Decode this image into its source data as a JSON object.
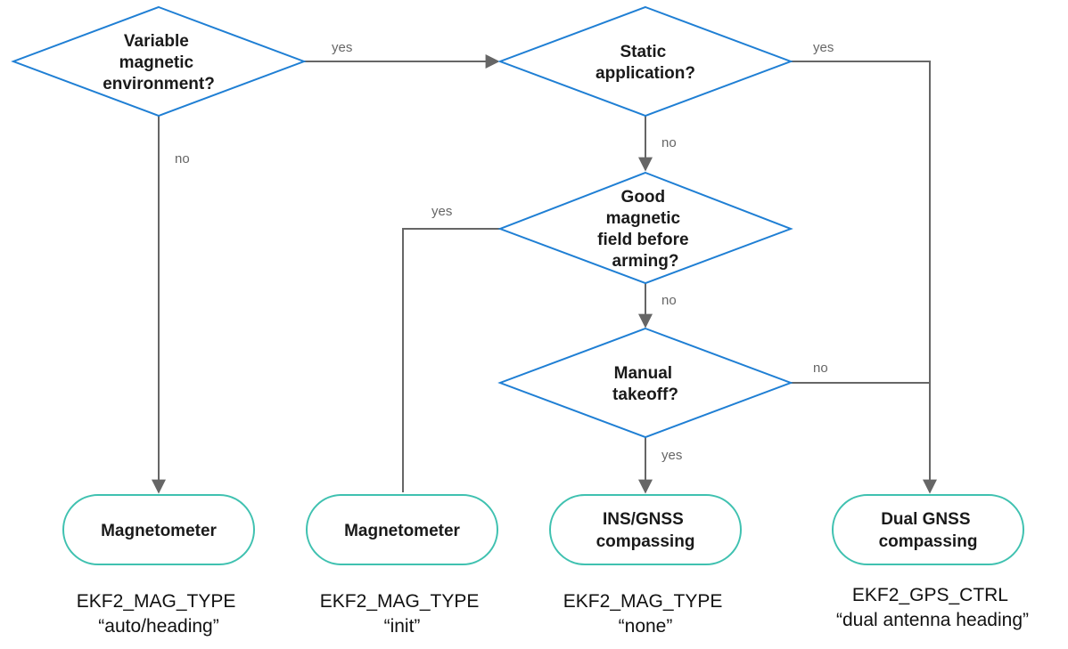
{
  "colors": {
    "decision_stroke": "#1f7fd4",
    "terminal_stroke": "#3fc1b0",
    "edge": "#666666",
    "edge_label": "#666666",
    "text": "#1a1a1a"
  },
  "decisions": {
    "variable_magnetic": [
      "Variable",
      "magnetic",
      "environment?"
    ],
    "static_application": [
      "Static",
      "application?"
    ],
    "good_magnetic_field": [
      "Good",
      "magnetic",
      "field before",
      "arming?"
    ],
    "manual_takeoff": [
      "Manual",
      "takeoff?"
    ]
  },
  "terminals": {
    "magnetometer_1": [
      "Magnetometer"
    ],
    "magnetometer_2": [
      "Magnetometer"
    ],
    "ins_gnss": [
      "INS/GNSS",
      "compassing"
    ],
    "dual_gnss": [
      "Dual GNSS",
      "compassing"
    ]
  },
  "params": {
    "magnetometer_1": [
      "EKF2_MAG_TYPE",
      "“auto/heading”"
    ],
    "magnetometer_2": [
      "EKF2_MAG_TYPE",
      "“init”"
    ],
    "ins_gnss": [
      "EKF2_MAG_TYPE",
      "“none”"
    ],
    "dual_gnss": [
      "EKF2_GPS_CTRL",
      "“dual antenna heading”"
    ]
  },
  "edge_labels": {
    "variable_yes": "yes",
    "variable_no": "no",
    "static_yes": "yes",
    "static_no": "no",
    "good_field_yes": "yes",
    "good_field_no": "no",
    "manual_yes": "yes",
    "manual_no": "no"
  }
}
